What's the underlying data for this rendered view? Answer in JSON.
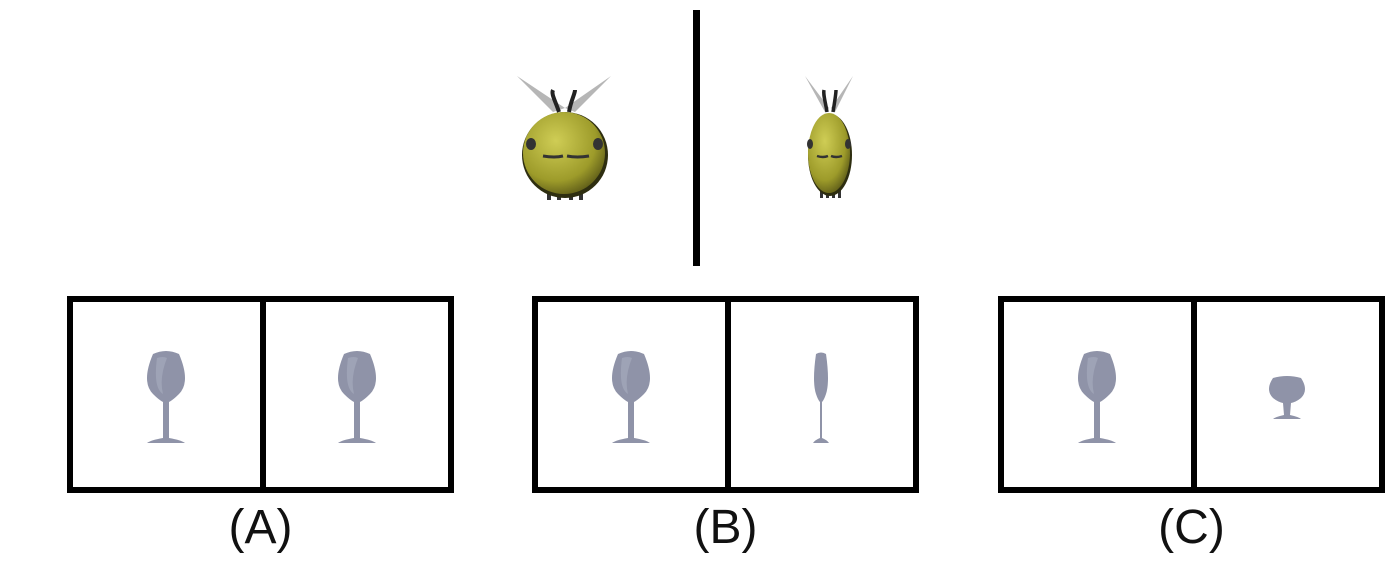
{
  "reference": {
    "left_object_icon": "bee-wide-icon",
    "right_object_icon": "bee-narrow-icon"
  },
  "options": [
    {
      "label": "(A)",
      "left_icon": "wine-glass-icon",
      "right_icon": "wine-glass-icon"
    },
    {
      "label": "(B)",
      "left_icon": "wine-glass-icon",
      "right_icon": "wine-glass-narrow-icon"
    },
    {
      "label": "(C)",
      "left_icon": "wine-glass-icon",
      "right_icon": "wine-glass-squat-icon"
    }
  ],
  "colors": {
    "bee_body": "#9a9a2a",
    "bee_body_light": "#c3c24a",
    "glass": "#8f93a8",
    "frame": "#000000"
  }
}
